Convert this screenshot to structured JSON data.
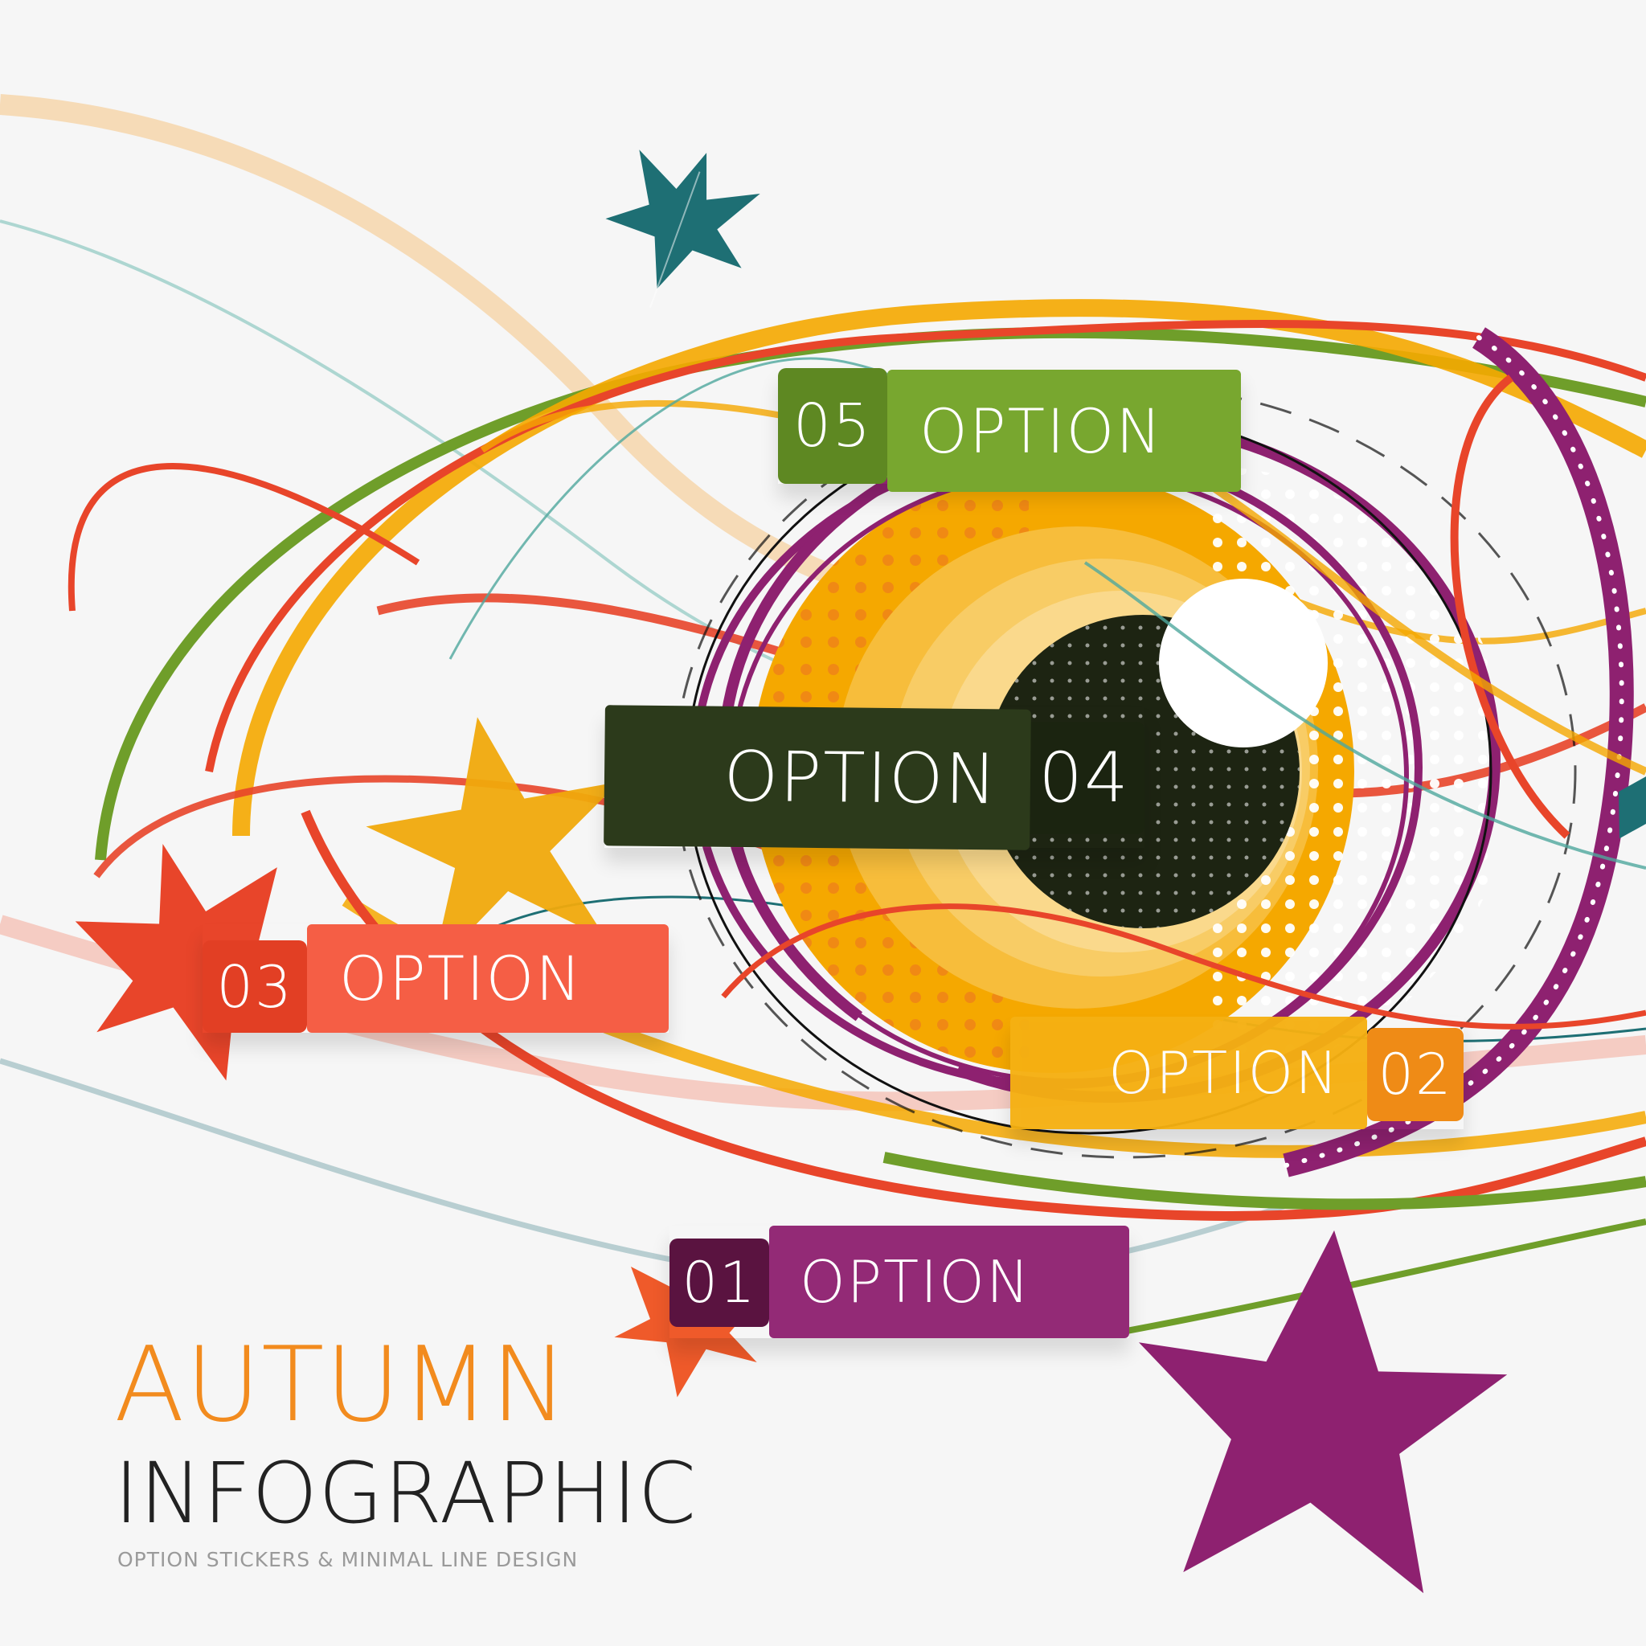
{
  "colors": {
    "background": "#f6f6f6",
    "orange": "#f5a800",
    "dark_orange": "#ef7f1a",
    "red": "#e8452a",
    "coral": "#f25c44",
    "green": "#6f9e2a",
    "purple": "#8e2170",
    "dark_purple": "#5a1340",
    "teal": "#1e6f74",
    "pupil": "#1d2412",
    "title_orange": "#f28b1e",
    "title_dark": "#222222",
    "subtitle_grey": "#9a9a9a"
  },
  "icons": [
    "maple-leaf-icon",
    "star-leaf-icon"
  ],
  "stickers": [
    {
      "id": "01",
      "number": "01",
      "label": "OPTION"
    },
    {
      "id": "02",
      "number": "02",
      "label": "OPTION"
    },
    {
      "id": "03",
      "number": "03",
      "label": "OPTION"
    },
    {
      "id": "04",
      "number": "04",
      "label": "OPTION"
    },
    {
      "id": "05",
      "number": "05",
      "label": "OPTION"
    }
  ],
  "title": {
    "line1": "AUTUMN",
    "line2": "INFOGRAPHIC",
    "subtitle": "OPTION STICKERS & MINIMAL LINE DESIGN"
  }
}
